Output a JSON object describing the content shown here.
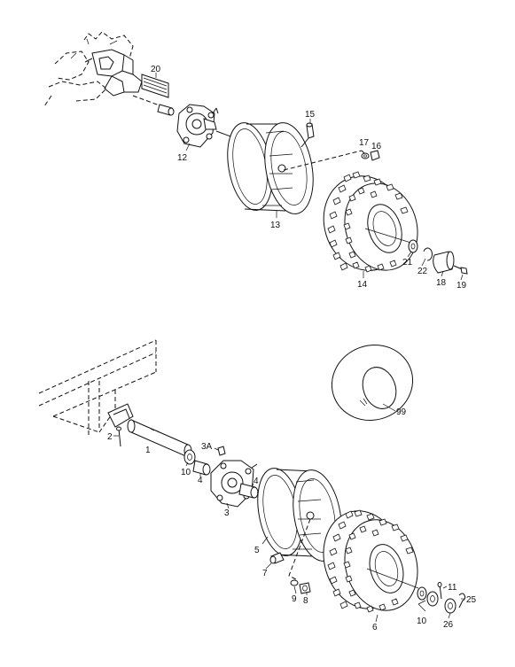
{
  "labels": {
    "top": {
      "l20": "20",
      "l15": "15",
      "l17": "17",
      "l16": "16",
      "l12": "12",
      "l13": "13",
      "l21": "21",
      "l22": "22",
      "l18": "18",
      "l19": "19",
      "l14": "14"
    },
    "bottom": {
      "l99": "99",
      "l2": "2",
      "l1": "1",
      "l3A": "3A",
      "l10a": "10",
      "l4a": "4",
      "l4b": "4",
      "l3": "3",
      "l5": "5",
      "l7": "7",
      "l9": "9",
      "l8": "8",
      "l11": "11",
      "l25": "25",
      "l10b": "10",
      "l26": "26",
      "l6": "6"
    }
  }
}
